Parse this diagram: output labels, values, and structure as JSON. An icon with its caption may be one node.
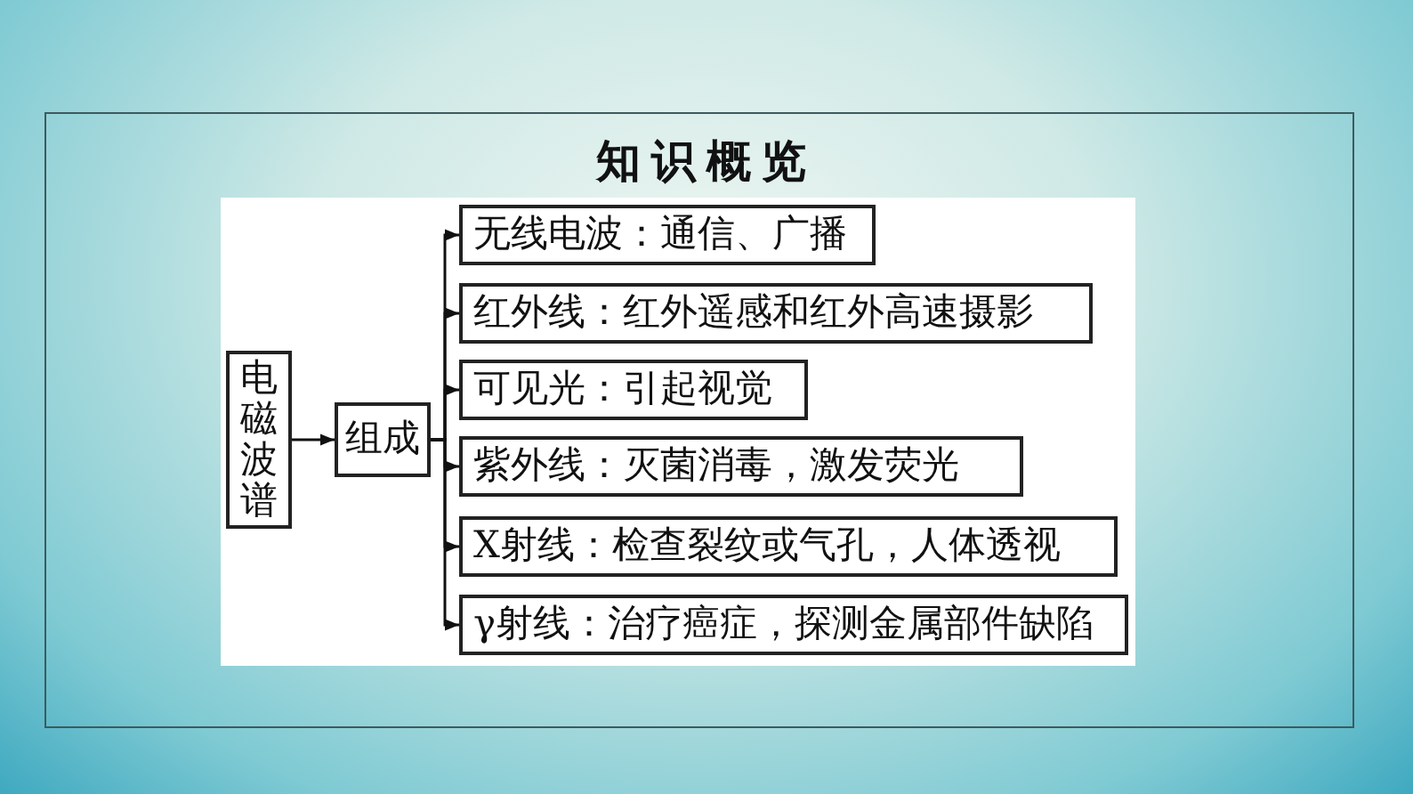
{
  "diagram": {
    "title": "知识概览",
    "nodes": [
      {
        "text": [
          "电磁波谱"
        ]
      },
      {
        "text": [
          "组成"
        ]
      },
      {
        "text": [
          "无线电波：通信、广播"
        ]
      },
      {
        "text": [
          "红外线：红外遥感和红外高速摄影"
        ]
      },
      {
        "text": [
          "可见光：引起视觉"
        ]
      },
      {
        "text": [
          "紫外线：灭菌消毒，激发荧光"
        ]
      },
      {
        "text": [
          "X射线：检查裂纹或气孔，人体透视"
        ]
      },
      {
        "text": [
          "γ射线：治疗癌症，探测金属部件缺陷"
        ]
      }
    ],
    "edges": [
      {
        "from": 0,
        "to": 1,
        "arrow": "to"
      },
      {
        "from": 1,
        "to": 2,
        "arrow": "to"
      },
      {
        "from": 1,
        "to": 3,
        "arrow": "to"
      },
      {
        "from": 1,
        "to": 4,
        "arrow": "to"
      },
      {
        "from": 1,
        "to": 5,
        "arrow": "to"
      },
      {
        "from": 1,
        "to": 6,
        "arrow": "to"
      },
      {
        "from": 1,
        "to": 7,
        "arrow": "to"
      }
    ]
  }
}
